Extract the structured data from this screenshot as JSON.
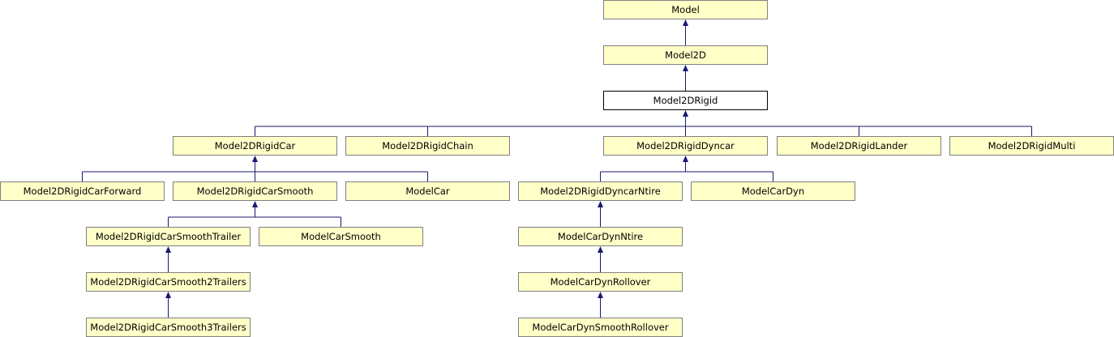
{
  "nodes": {
    "model": "Model",
    "model2d": "Model2D",
    "model2drigid": "Model2DRigid",
    "model2drigidcar": "Model2DRigidCar",
    "model2drigidchain": "Model2DRigidChain",
    "model2drigiddyncar": "Model2DRigidDyncar",
    "model2drigidlander": "Model2DRigidLander",
    "model2drigidmulti": "Model2DRigidMulti",
    "model2drigidcarforward": "Model2DRigidCarForward",
    "model2drigidcarsmooth": "Model2DRigidCarSmooth",
    "modelcar": "ModelCar",
    "model2drigiddyncarntire": "Model2DRigidDyncarNtire",
    "modelcardyn": "ModelCarDyn",
    "model2drigidcarsmoothtrailer": "Model2DRigidCarSmoothTrailer",
    "modelcarsmooth": "ModelCarSmooth",
    "modelcardynntire": "ModelCarDynNtire",
    "model2drigidcarsmooth2trailers": "Model2DRigidCarSmooth2Trailers",
    "modelcardynrollover": "ModelCarDynRollover",
    "model2drigidcarsmooth3trailers": "Model2DRigidCarSmooth3Trailers",
    "modelcardynsmoothrollover": "ModelCarDynSmoothRollover"
  },
  "inheritance": [
    {
      "parent": "model",
      "children": [
        "model2d"
      ]
    },
    {
      "parent": "model2d",
      "children": [
        "model2drigid"
      ]
    },
    {
      "parent": "model2drigid",
      "children": [
        "model2drigidcar",
        "model2drigidchain",
        "model2drigiddyncar",
        "model2drigidlander",
        "model2drigidmulti"
      ]
    },
    {
      "parent": "model2drigidcar",
      "children": [
        "model2drigidcarforward",
        "model2drigidcarsmooth",
        "modelcar"
      ]
    },
    {
      "parent": "model2drigiddyncar",
      "children": [
        "model2drigiddyncarntire",
        "modelcardyn"
      ]
    },
    {
      "parent": "model2drigidcarsmooth",
      "children": [
        "model2drigidcarsmoothtrailer",
        "modelcarsmooth"
      ]
    },
    {
      "parent": "model2drigiddyncarntire",
      "children": [
        "modelcardynntire"
      ]
    },
    {
      "parent": "model2drigidcarsmoothtrailer",
      "children": [
        "model2drigidcarsmooth2trailers"
      ]
    },
    {
      "parent": "modelcardynntire",
      "children": [
        "modelcardynrollover"
      ]
    },
    {
      "parent": "model2drigidcarsmooth2trailers",
      "children": [
        "model2drigidcarsmooth3trailers"
      ]
    },
    {
      "parent": "modelcardynrollover",
      "children": [
        "modelcardynsmoothrollover"
      ]
    }
  ],
  "current_class": "model2drigid",
  "colors": {
    "node_fill": "#ffffc8",
    "current_fill": "#ffffff",
    "edge": "#191970",
    "node_border": "#808080"
  }
}
